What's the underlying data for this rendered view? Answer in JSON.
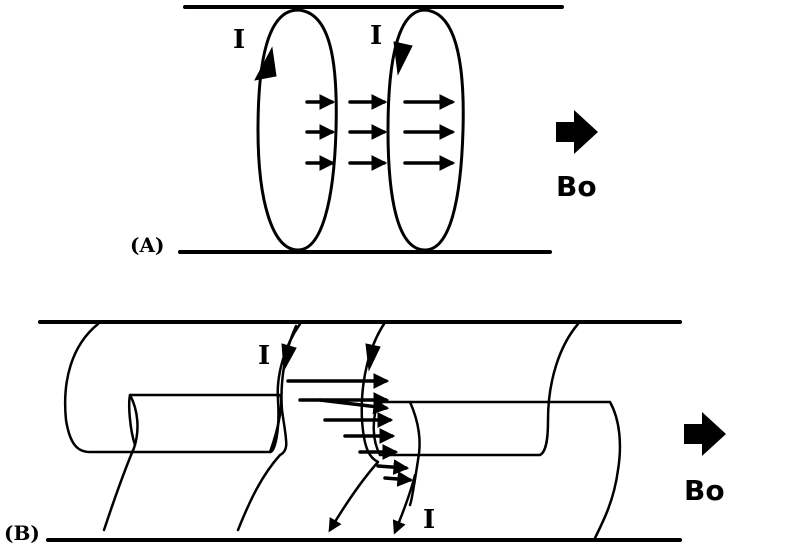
{
  "panel_a": {
    "label": "(A)",
    "current_label_left": "I",
    "current_label_right": "I",
    "field_label": "Bo",
    "field_arrow_icon": "bold-right-arrow-icon"
  },
  "panel_b": {
    "label": "(B)",
    "current_label_top": "I",
    "current_label_bottom": "I",
    "field_label": "Bo",
    "field_arrow_icon": "bold-right-arrow-icon"
  }
}
